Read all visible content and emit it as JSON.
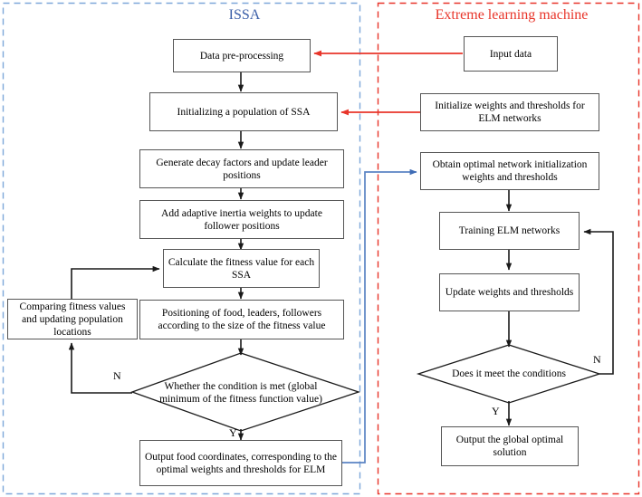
{
  "panels": {
    "left": {
      "title": "ISSA",
      "color": "#3b5fa8",
      "border_style": "dashed"
    },
    "right": {
      "title": "Extreme learning machine",
      "color": "#e8352a",
      "border_style": "dashed"
    }
  },
  "issa_nodes": {
    "data_preprocessing": "Data pre-processing",
    "init_population": "Initializing a population of SSA",
    "decay_factors": "Generate decay factors and update leader positions",
    "inertia_weights": "Add adaptive inertia weights to update follower positions",
    "calculate_fitness": "Calculate the fitness value for each SSA",
    "positioning": "Positioning of food, leaders, followers according to the size of the fitness value",
    "comparing": "Comparing fitness values and updating population locations",
    "condition_line1": "Whether the condition is met (global",
    "condition_line2": "minimum of the fitness function value)",
    "output_food": "Output food coordinates, corresponding to the optimal weights and thresholds for ELM"
  },
  "elm_nodes": {
    "input_data": "Input data",
    "init_weights": "Initialize weights and thresholds for ELM networks",
    "obtain_optimal": "Obtain optimal network initialization weights and thresholds",
    "training": "Training ELM networks",
    "update_weights": "Update weights and thresholds",
    "decision": "Does it meet the conditions",
    "output_global": "Output the global optimal solution"
  },
  "edge_labels": {
    "issa_no": "N",
    "issa_yes": "Y",
    "elm_no": "N",
    "elm_yes": "Y"
  },
  "colors": {
    "red_arrow": "#e8352a",
    "blue_arrow": "#5b84c4",
    "node_border": "#555555",
    "flow_arrow": "#1a1a1a",
    "panel_left_border": "#7da7d9",
    "panel_right_border": "#e8352a"
  }
}
